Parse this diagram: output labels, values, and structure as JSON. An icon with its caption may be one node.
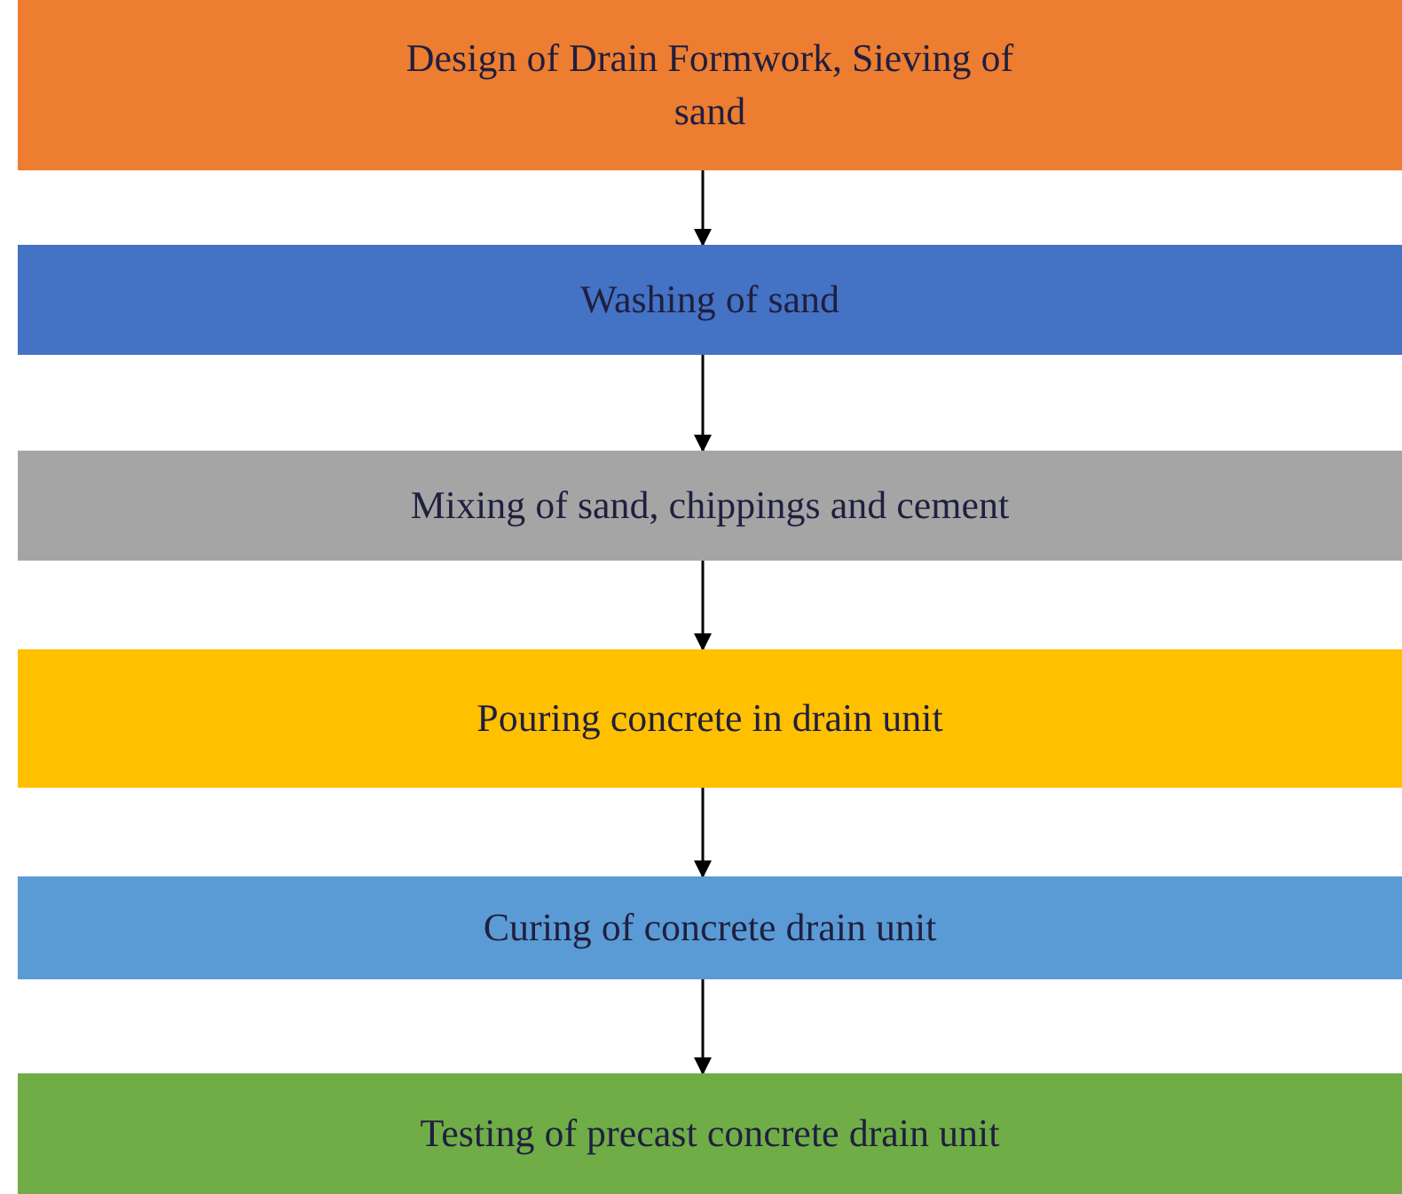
{
  "diagram": {
    "nodes": [
      {
        "text": [
          "Design of Drain Formwork, Sieving of sand"
        ]
      },
      {
        "text": [
          "Washing of sand"
        ]
      },
      {
        "text": [
          "Mixing of sand, chippings and cement"
        ]
      },
      {
        "text": [
          "Pouring concrete in drain unit"
        ]
      },
      {
        "text": [
          "Curing of concrete drain unit"
        ]
      },
      {
        "text": [
          "Testing of precast concrete drain unit"
        ]
      }
    ],
    "edges": [
      {
        "from": 0,
        "to": 1,
        "arrow": "to"
      },
      {
        "from": 1,
        "to": 2,
        "arrow": "to"
      },
      {
        "from": 2,
        "to": 3,
        "arrow": "to"
      },
      {
        "from": 3,
        "to": 4,
        "arrow": "to"
      },
      {
        "from": 4,
        "to": 5,
        "arrow": "to"
      }
    ]
  }
}
